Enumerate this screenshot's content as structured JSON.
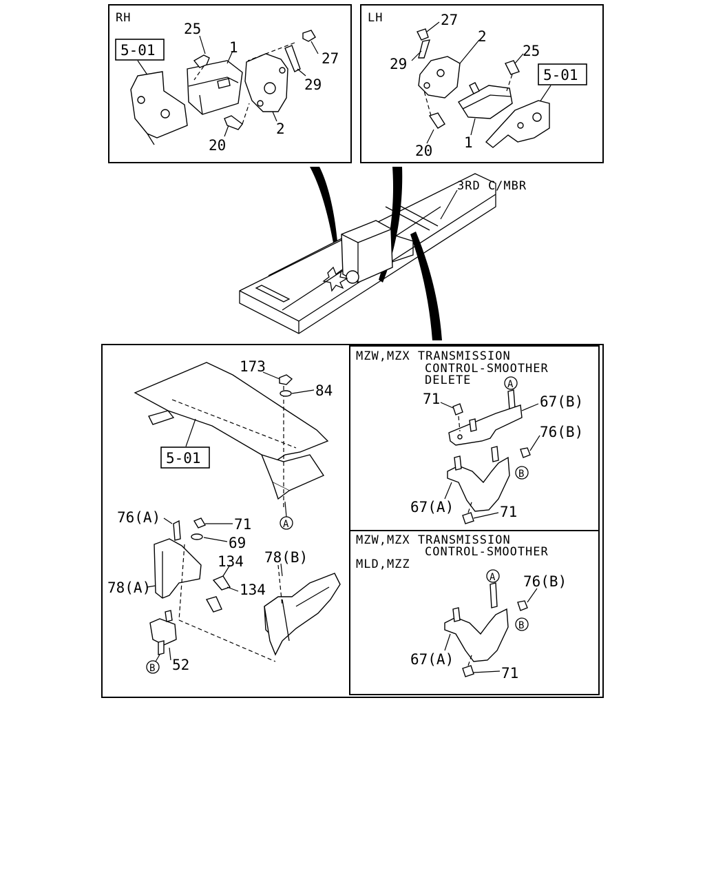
{
  "rh_panel": {
    "side_label": "RH",
    "ref_box": "5-01",
    "callouts": {
      "c1": "1",
      "c2": "2",
      "c20": "20",
      "c25": "25",
      "c27": "27",
      "c29": "29"
    }
  },
  "lh_panel": {
    "side_label": "LH",
    "ref_box": "5-01",
    "callouts": {
      "c1": "1",
      "c2": "2",
      "c20": "20",
      "c25": "25",
      "c27": "27",
      "c29": "29"
    }
  },
  "frame_view": {
    "crossmember_label": "3RD C/MBR"
  },
  "crossmember_panel": {
    "ref_box": "5-01",
    "callouts": {
      "c173": "173",
      "c84": "84",
      "c71": "71",
      "c69": "69",
      "c76a": "76(A)",
      "c134a": "134",
      "c134b": "134",
      "c78a": "78(A)",
      "c78b": "78(B)",
      "c52": "52"
    },
    "markers": {
      "a": "A",
      "b": "B"
    }
  },
  "variant_delete": {
    "heading_line1": "MZW,MZX TRANSMISSION",
    "heading_line2": "CONTROL-SMOOTHER",
    "heading_line3": "DELETE",
    "callouts": {
      "c71a": "71",
      "c67b": "67(B)",
      "c76b": "76(B)",
      "c67a": "67(A)",
      "c71b": "71"
    },
    "markers": {
      "a": "A",
      "b": "B"
    }
  },
  "variant_smoother": {
    "heading_line1": "MZW,MZX TRANSMISSION",
    "heading_line2": "CONTROL-SMOOTHER",
    "heading_line3": "MLD,MZZ",
    "callouts": {
      "c76b": "76(B)",
      "c67a": "67(A)",
      "c71": "71"
    },
    "markers": {
      "a": "A",
      "b": "B"
    }
  }
}
